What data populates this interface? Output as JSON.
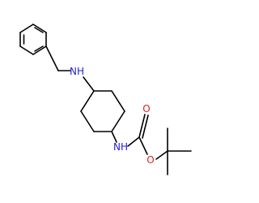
{
  "molecule": {
    "atoms": {
      "benzyl_nh": {
        "text": "NH",
        "color": "#1f1fd6"
      },
      "carbamate_nh": {
        "text": "NH",
        "color": "#1f1fd6"
      },
      "carbonyl_o": {
        "text": "O",
        "color": "#e01e1e"
      },
      "ester_o": {
        "text": "O",
        "color": "#e01e1e"
      }
    },
    "bond_color": "#000000"
  }
}
